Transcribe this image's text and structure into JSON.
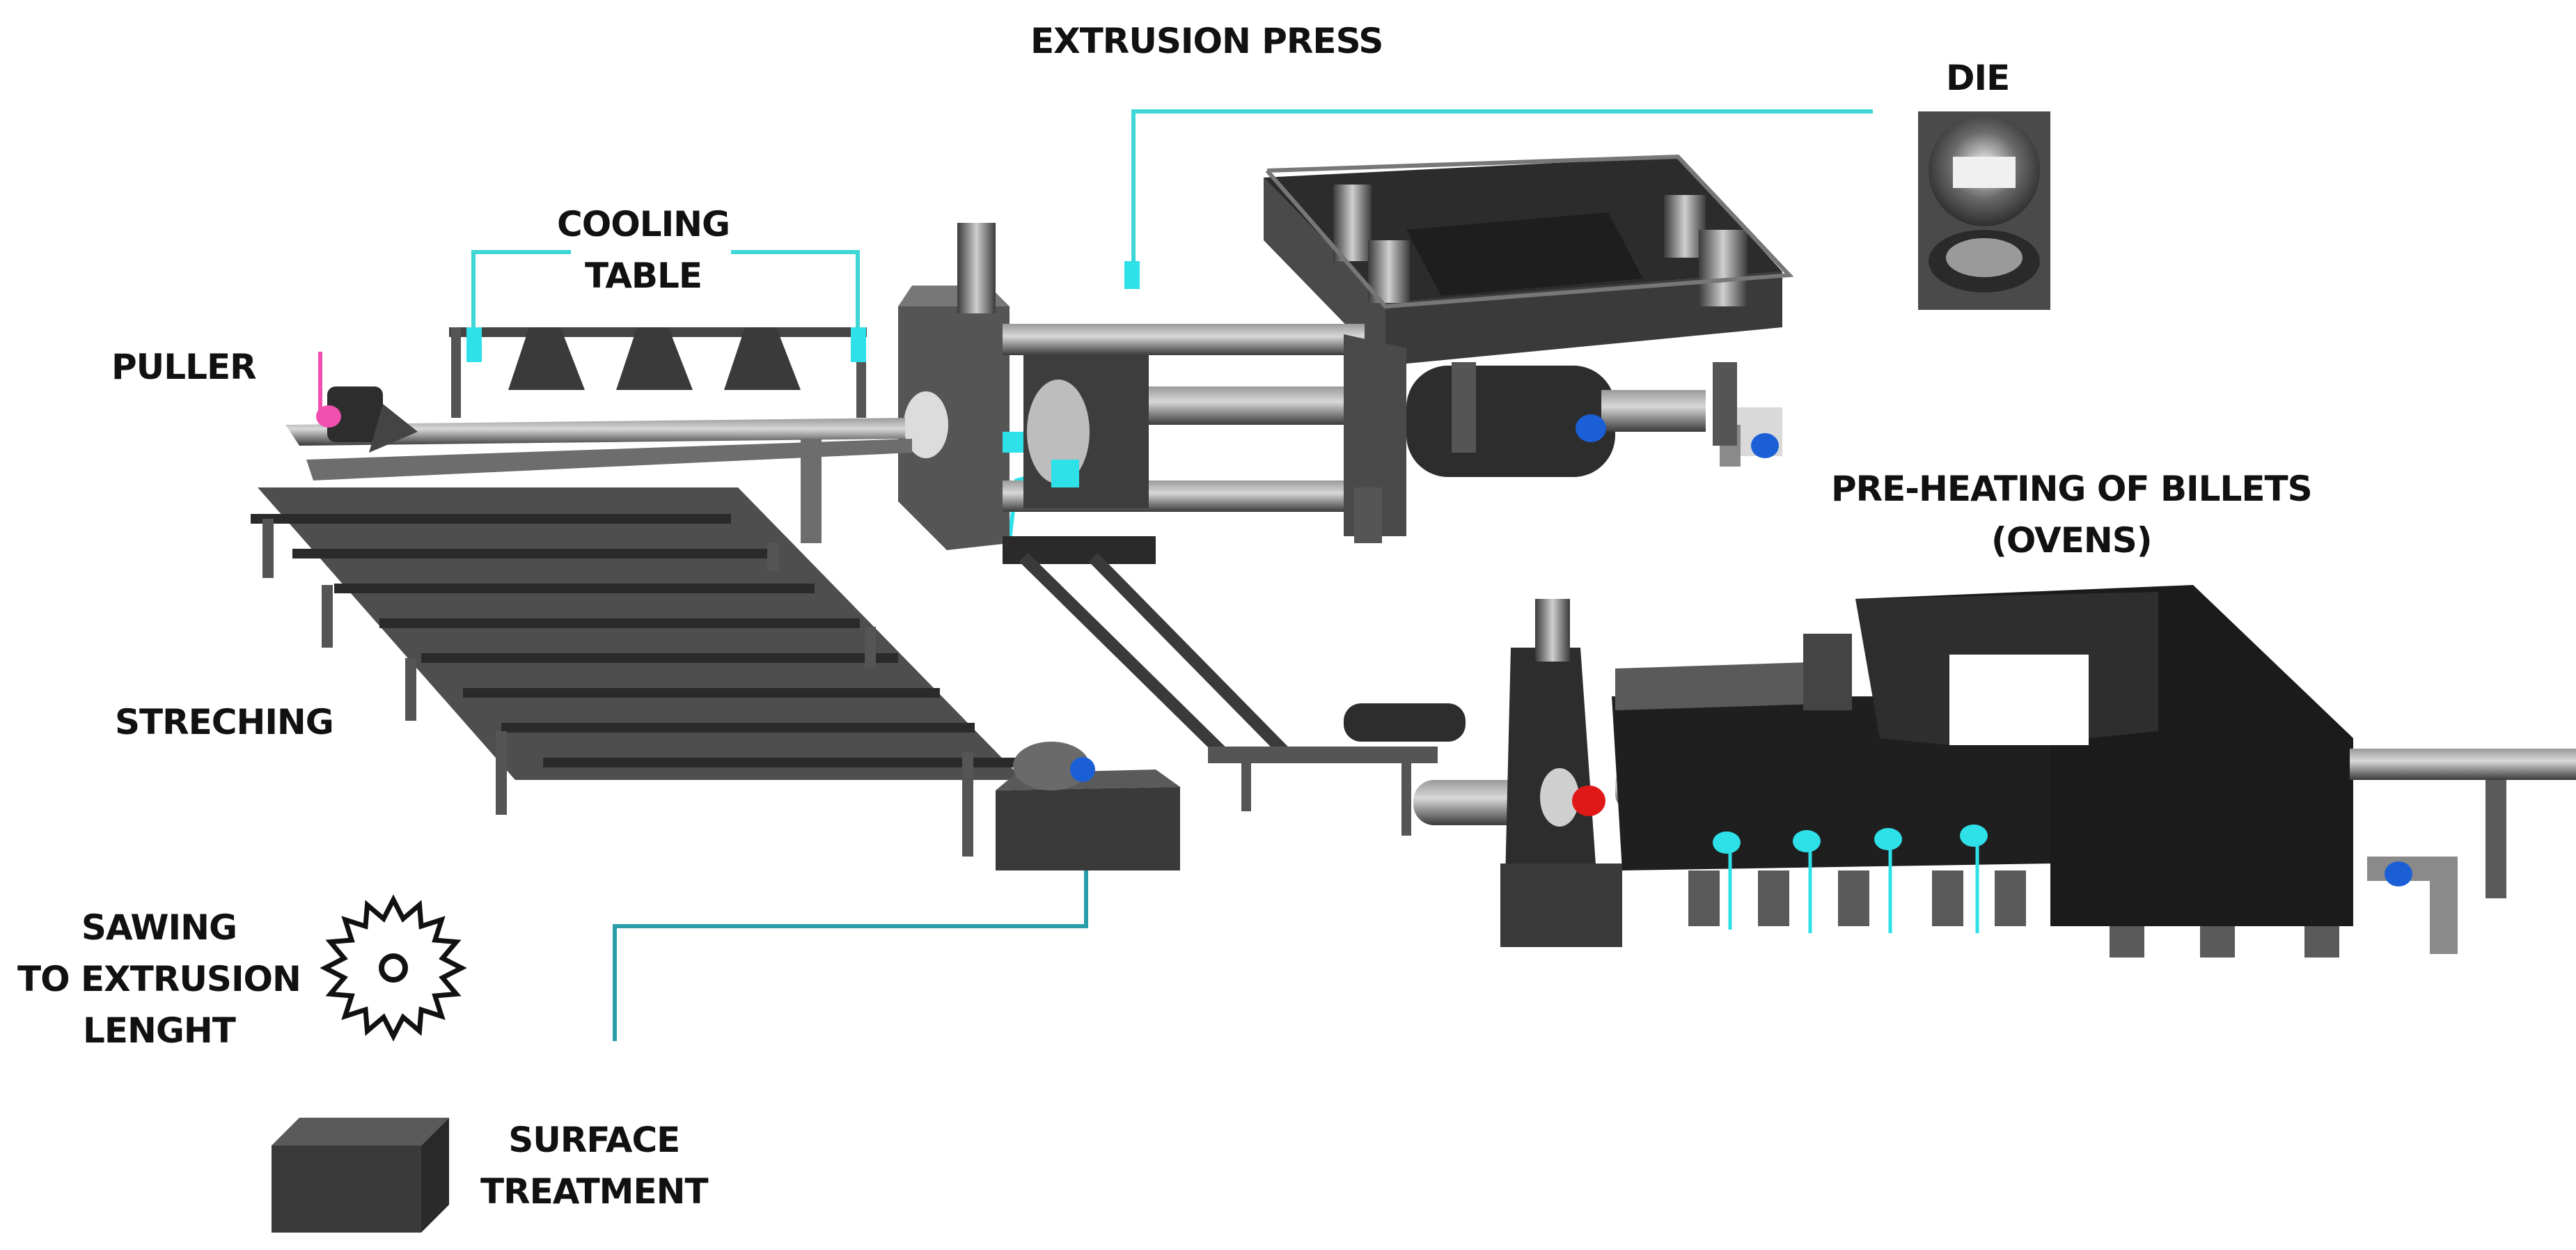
{
  "labels": {
    "extrusion_press": "EXTRUSION PRESS",
    "die": "DIE",
    "cooling_table": [
      "COOLING",
      "TABLE"
    ],
    "puller": "PULLER",
    "preheating": [
      "PRE-HEATING OF BILLETS",
      "(OVENS)"
    ],
    "streching": "STRECHING",
    "sawing": [
      "SAWING",
      "TO EXTRUSION",
      "LENGHT"
    ],
    "surface_treatment": [
      "SURFACE",
      "TREATMENT"
    ]
  },
  "colors": {
    "leader_line": "#3fd6d6",
    "machine_dark": "#3a3a3a",
    "machine_mid": "#5b5b5b",
    "machine_light": "#8a8a8a",
    "valve_cyan": "#2ee0e8",
    "valve_blue": "#1a5fd6",
    "valve_red": "#e01818",
    "valve_pink": "#f04fb0"
  },
  "icons": {
    "saw": "circular-saw-blade-icon",
    "surface": "surface-treatment-block-icon",
    "die": "die-photo"
  }
}
